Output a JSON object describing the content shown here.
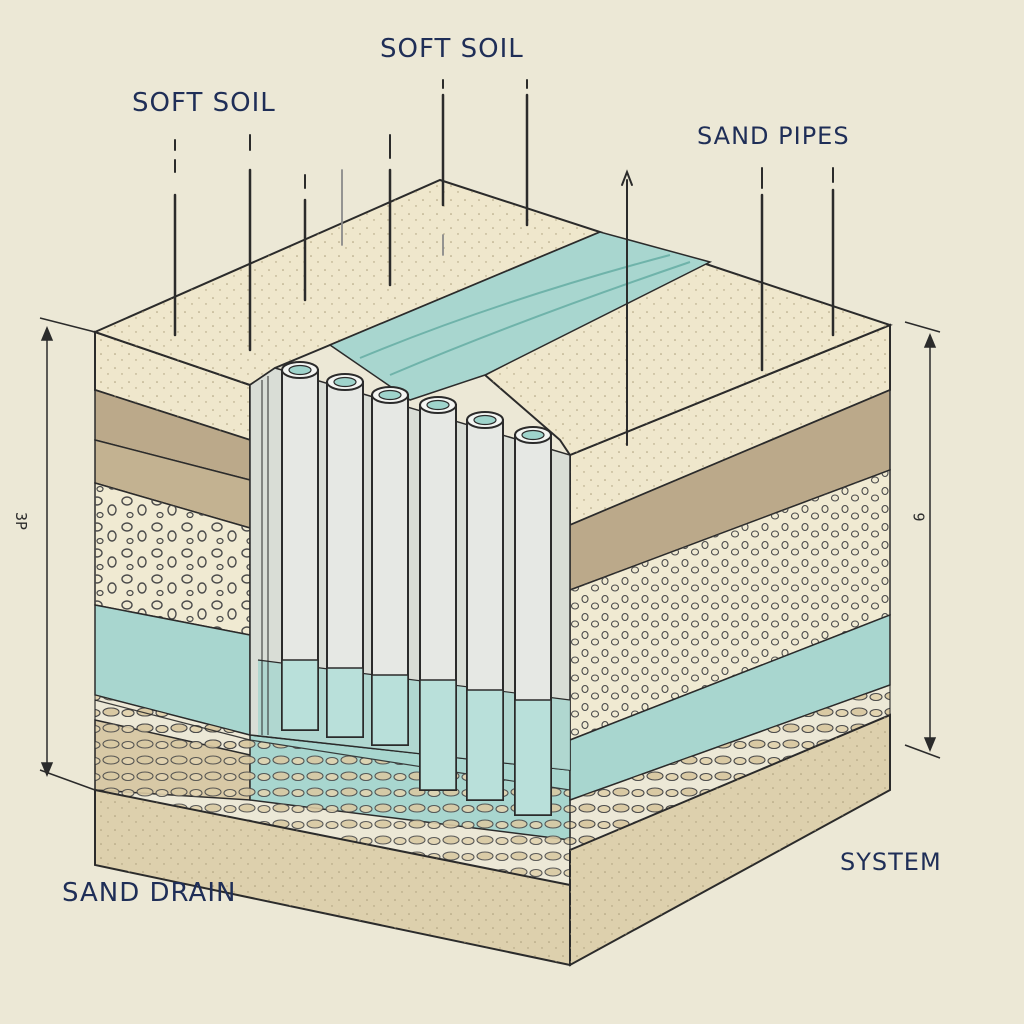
{
  "labels": {
    "soft_soil_top": "SOFT SOIL",
    "soft_soil_left": "SOFT SOIL",
    "sand_pipes": "SAND PIPES",
    "sand_drain": "SAND DRAIN",
    "system": "SYSTEM"
  },
  "dimensions": {
    "left": "3P",
    "right": "9"
  },
  "colors": {
    "background": "#ece8d6",
    "top_soil": "#efe7cc",
    "brown_layer": "#bba98a",
    "gravel_layer": "#f0ead2",
    "water": "#a8d6cf",
    "pipe": "#e6e8e4",
    "outline": "#2b2b2b",
    "label_text": "#1f2e57"
  },
  "pipe_count": 6
}
